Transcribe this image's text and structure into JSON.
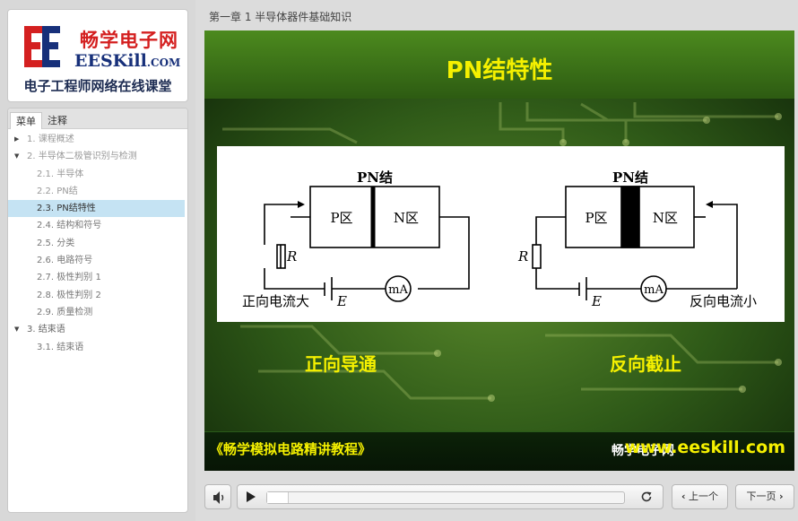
{
  "logo": {
    "name_cn": "畅学电子网",
    "name_en_main": "EESKill",
    "name_en_suffix": ".COM",
    "tagline": "电子工程师网络在线课堂"
  },
  "tabs": [
    "菜单",
    "注释"
  ],
  "menu": [
    {
      "label": "1. 课程概述",
      "level": 1,
      "state": "collapsed",
      "dim": true
    },
    {
      "label": "2. 半导体二极管识别与检测",
      "level": 1,
      "state": "expanded",
      "dim": true
    },
    {
      "label": "2.1. 半导体",
      "level": 2,
      "dim": true
    },
    {
      "label": "2.2. PN结",
      "level": 2,
      "dim": true
    },
    {
      "label": "2.3. PN结特性",
      "level": 2,
      "selected": true
    },
    {
      "label": "2.4. 结构和符号",
      "level": 2
    },
    {
      "label": "2.5. 分类",
      "level": 2
    },
    {
      "label": "2.6. 电路符号",
      "level": 2
    },
    {
      "label": "2.7. 极性判别 1",
      "level": 2
    },
    {
      "label": "2.8. 极性判别 2",
      "level": 2
    },
    {
      "label": "2.9. 质量检测",
      "level": 2
    },
    {
      "label": "3. 结束语",
      "level": 1,
      "state": "expanded"
    },
    {
      "label": "3.1. 结束语",
      "level": 2
    }
  ],
  "breadcrumb": "第一章 1 半导体器件基础知识",
  "slide": {
    "title": "PN结特性",
    "diagram": {
      "junction_label": "PN结",
      "p_label": "P区",
      "n_label": "N区",
      "resistor_label": "R",
      "source_label": "E",
      "meter_label": "mA",
      "forward_caption": "正向电流大",
      "reverse_caption": "反向电流小"
    },
    "left_state": "正向导通",
    "right_state": "反向截止",
    "course": "《畅学模拟电路精讲教程》",
    "brand": "畅学电子网",
    "site": "www.eeskill.com"
  },
  "player": {
    "progress": 0.06,
    "prev_label": "上一个",
    "next_label": "下一页"
  },
  "colors": {
    "accent_yellow": "#f5f000",
    "selection": "#c5e3f3",
    "logo_red": "#d42020",
    "logo_blue": "#17307a"
  }
}
